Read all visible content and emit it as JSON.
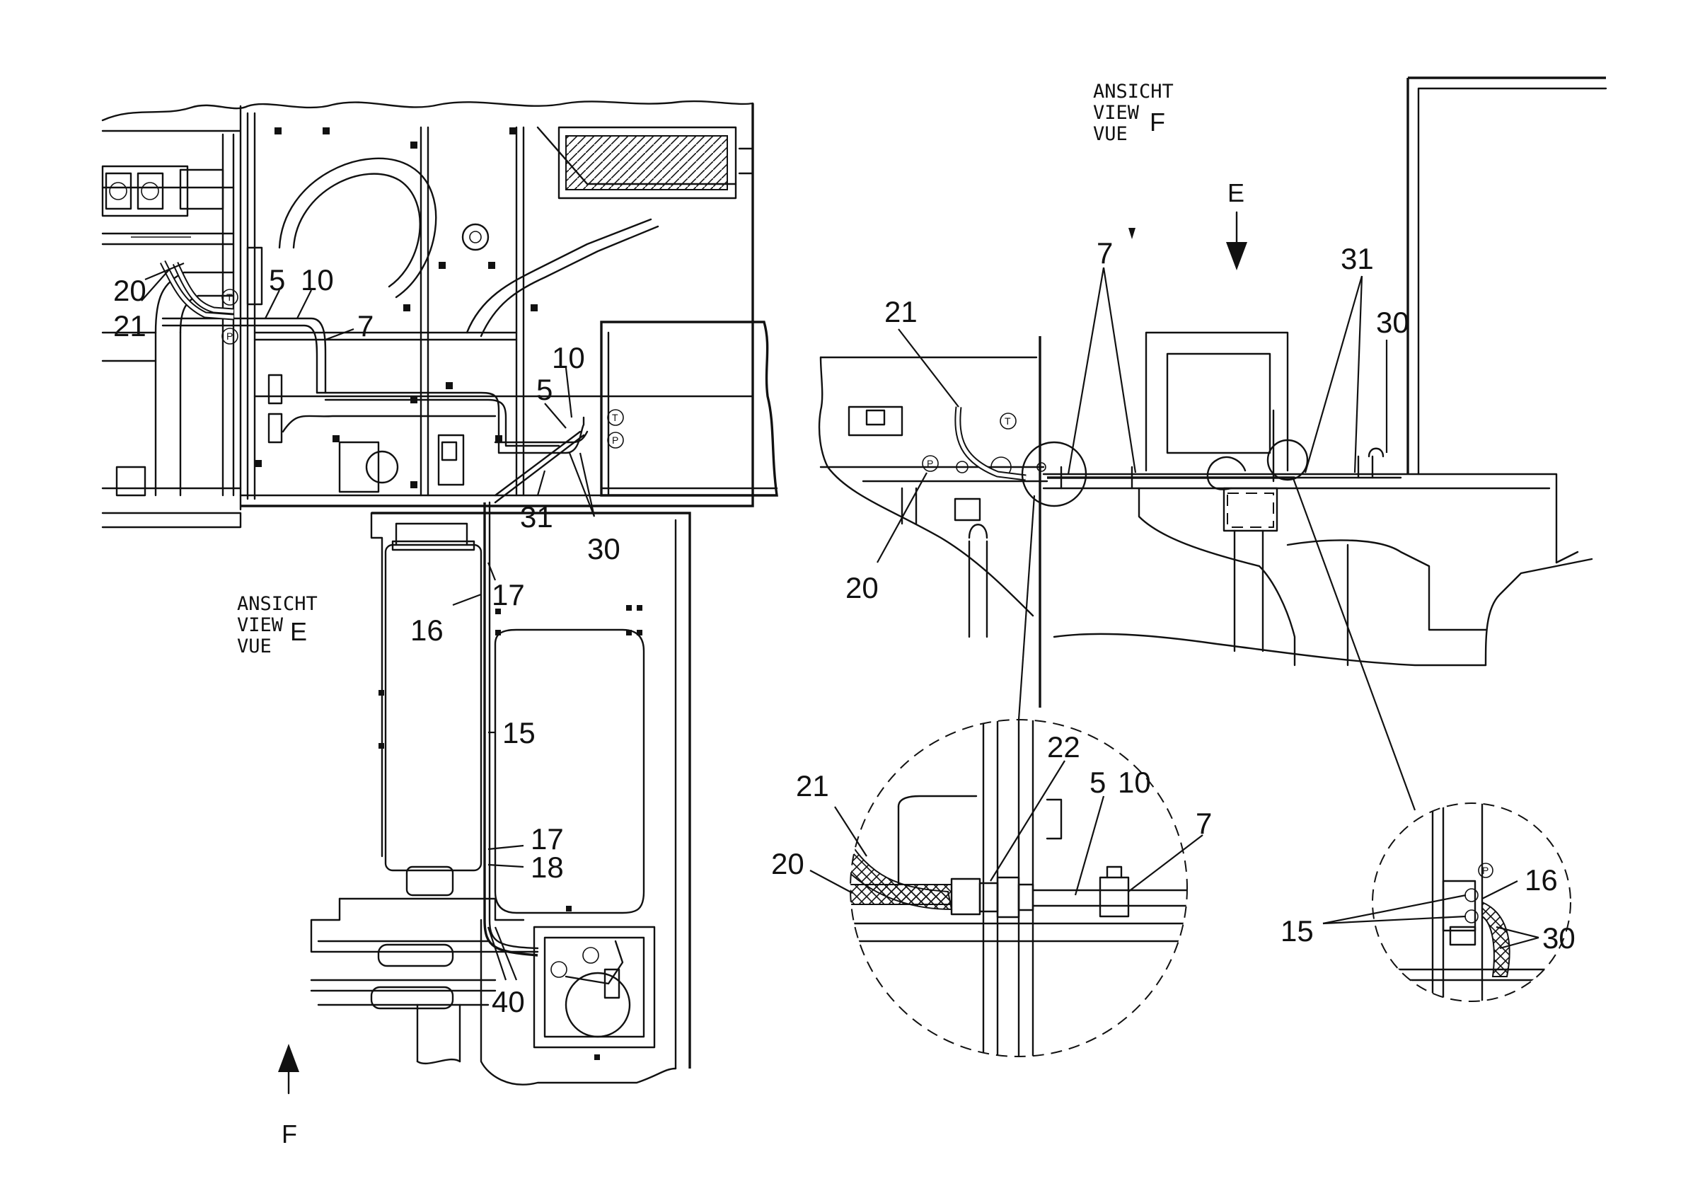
{
  "view_labels": {
    "view_e": {
      "lines": [
        "ANSICHT",
        "VIEW",
        "VUE"
      ],
      "letter": "E"
    },
    "view_f": {
      "lines": [
        "ANSICHT",
        "VIEW",
        "VUE"
      ],
      "letter": "F"
    }
  },
  "arrows": {
    "e_letter": "E",
    "f_letter": "F"
  },
  "small_marks": {
    "t": "T",
    "p": "P"
  },
  "callouts_left": {
    "c20": "20",
    "c21": "21",
    "c5a": "5",
    "c10a": "10",
    "c7": "7",
    "c10b": "10",
    "c5b": "5",
    "c31": "31",
    "c30": "30",
    "c17a": "17",
    "c16": "16",
    "c15": "15",
    "c17b": "17",
    "c18": "18",
    "c40": "40"
  },
  "callouts_right": {
    "c21": "21",
    "c7": "7",
    "c31": "31",
    "c30": "30",
    "c20": "20"
  },
  "callouts_detail_a": {
    "c22": "22",
    "c5": "5",
    "c10": "10",
    "c21": "21",
    "c20": "20",
    "c7": "7"
  },
  "callouts_detail_b": {
    "c16": "16",
    "c15": "15",
    "c30": "30"
  }
}
